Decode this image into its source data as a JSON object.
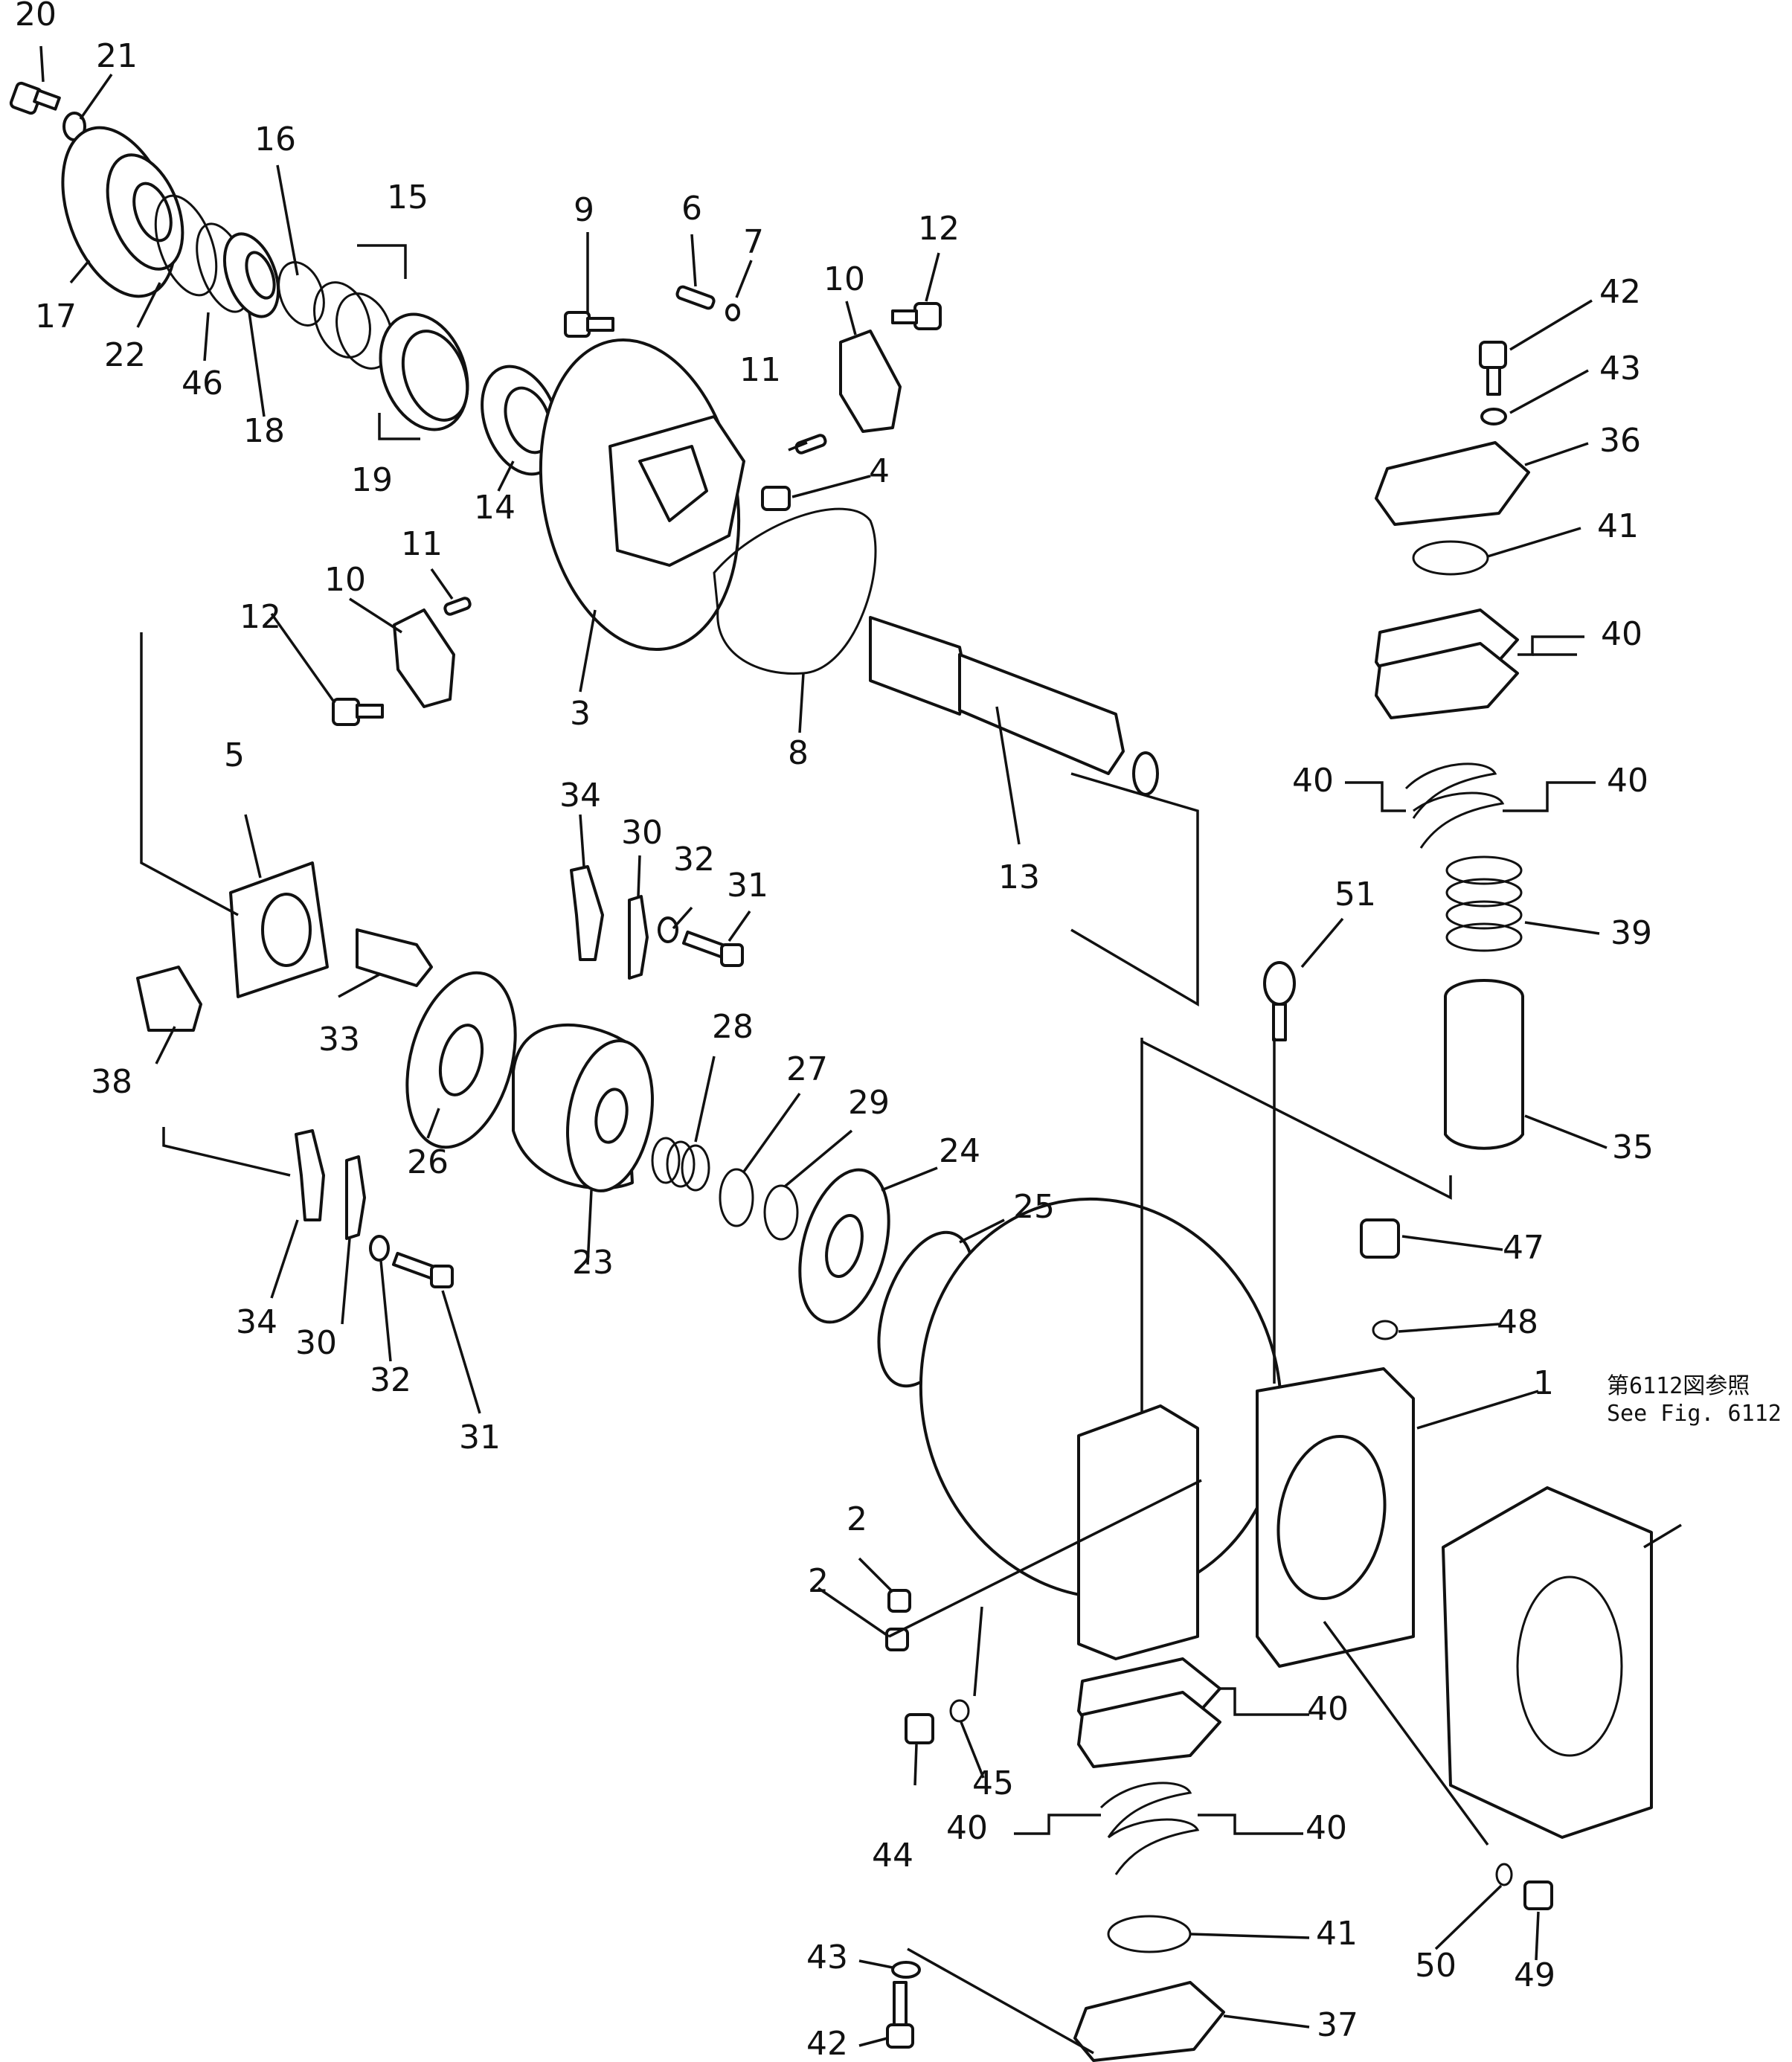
{
  "callouts": [
    {
      "label": "20"
    },
    {
      "label": "21"
    },
    {
      "label": "16"
    },
    {
      "label": "15"
    },
    {
      "label": "9"
    },
    {
      "label": "6"
    },
    {
      "label": "7"
    },
    {
      "label": "12"
    },
    {
      "label": "10"
    },
    {
      "label": "17"
    },
    {
      "label": "22"
    },
    {
      "label": "46"
    },
    {
      "label": "18"
    },
    {
      "label": "19"
    },
    {
      "label": "14"
    },
    {
      "label": "11"
    },
    {
      "label": "4"
    },
    {
      "label": "11"
    },
    {
      "label": "10"
    },
    {
      "label": "12"
    },
    {
      "label": "3"
    },
    {
      "label": "8"
    },
    {
      "label": "13"
    },
    {
      "label": "5"
    },
    {
      "label": "34"
    },
    {
      "label": "30"
    },
    {
      "label": "32"
    },
    {
      "label": "31"
    },
    {
      "label": "33"
    },
    {
      "label": "38"
    },
    {
      "label": "26"
    },
    {
      "label": "28"
    },
    {
      "label": "27"
    },
    {
      "label": "29"
    },
    {
      "label": "24"
    },
    {
      "label": "23"
    },
    {
      "label": "25"
    },
    {
      "label": "34"
    },
    {
      "label": "30"
    },
    {
      "label": "32"
    },
    {
      "label": "31"
    },
    {
      "label": "42"
    },
    {
      "label": "43"
    },
    {
      "label": "36"
    },
    {
      "label": "41"
    },
    {
      "label": "40"
    },
    {
      "label": "40"
    },
    {
      "label": "40"
    },
    {
      "label": "51"
    },
    {
      "label": "39"
    },
    {
      "label": "35"
    },
    {
      "label": "47"
    },
    {
      "label": "48"
    },
    {
      "label": "1"
    },
    {
      "label": "2"
    },
    {
      "label": "2"
    },
    {
      "label": "40"
    },
    {
      "label": "44"
    },
    {
      "label": "45"
    },
    {
      "label": "40"
    },
    {
      "label": "40"
    },
    {
      "label": "41"
    },
    {
      "label": "43"
    },
    {
      "label": "42"
    },
    {
      "label": "37"
    },
    {
      "label": "50"
    },
    {
      "label": "49"
    }
  ],
  "reference": {
    "japanese": "第6112図参照",
    "english": "See Fig. 6112"
  }
}
